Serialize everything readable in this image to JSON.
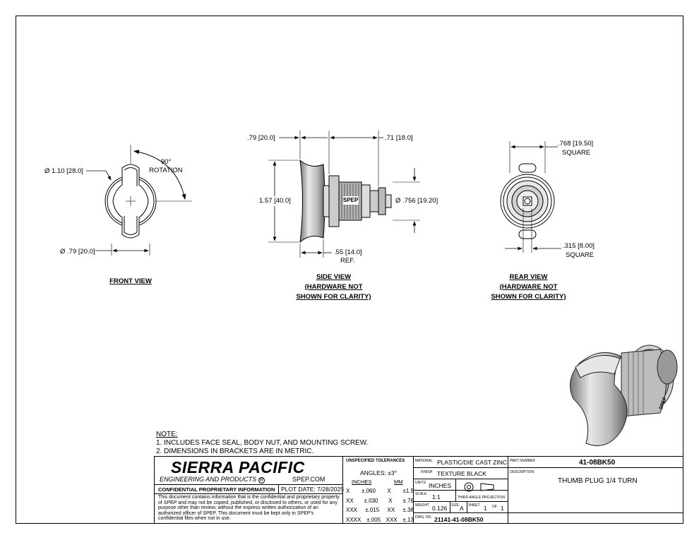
{
  "views": {
    "front": {
      "title": "FRONT VIEW",
      "dim_diameter_top": "Ø 1.10 [28.0]",
      "dim_diameter_bottom": "Ø .79 [20.0]",
      "rotation_angle": "90°",
      "rotation_label": "ROTATION"
    },
    "side": {
      "title_line1": "SIDE VIEW",
      "title_line2": "(HARDWARE NOT",
      "title_line3": "SHOWN FOR CLARITY)",
      "dim_left": ".79 [20.0]",
      "dim_right": ".71 [18.0]",
      "dim_height": "1.57 [40.0]",
      "dim_diameter": "Ø .756 [19.20]",
      "dim_bottom": ".55 [14.0]",
      "dim_bottom_note": "REF.",
      "body_text": "SPEP"
    },
    "rear": {
      "title_line1": "REAR VIEW",
      "title_line2": "(HARDWARE NOT",
      "title_line3": "SHOWN FOR CLARITY)",
      "dim_top": ".768 [19.50]",
      "dim_top_note": "SQUARE",
      "dim_bottom": ".315 [8.00]",
      "dim_bottom_note": "SQUARE"
    },
    "iso": {
      "body_text": "SPEP"
    }
  },
  "notes": {
    "heading": "NOTE:",
    "items": [
      "1.   INCLUDES FACE SEAL, BODY NUT, AND MOUNTING SCREW.",
      "2.   DIMENSIONS IN BRACKETS ARE IN METRIC."
    ]
  },
  "title_block": {
    "company": "SIERRA PACIFIC",
    "company_sub": "ENGINEERING AND PRODUCTS",
    "website": "SPEP.COM",
    "confidential_label": "CONFIDENTIAL PROPRIETARY INFORMATION",
    "plot_date": "PLOT DATE:  7/28/2025",
    "confidential_text": "This document contains information that is the confidential and proprietary property of SPEP and may not be copied, published, or disclosed to others, or used for any purpose  other than review, without the express written authorization of an authorized officer of SPEP. This document must be kept only in SPEP's confidential files when not in use.",
    "tolerances": {
      "heading": "UNSPECIFIED TOLERANCES",
      "angles": "ANGLES: ±3°",
      "inches_label": "INCHES",
      "mm_label": "MM",
      "rows": [
        {
          "in_fmt": "X",
          "in_tol": "±.060",
          "mm_fmt": "X",
          "mm_tol": "±1.5"
        },
        {
          "in_fmt": "XX",
          "in_tol": "±.030",
          "mm_fmt": "X",
          "mm_tol": "±.76"
        },
        {
          "in_fmt": "XXX",
          "in_tol": "±.015",
          "mm_fmt": "XX",
          "mm_tol": "±.38"
        },
        {
          "in_fmt": "XXXX",
          "in_tol": "±.005",
          "mm_fmt": "XXX",
          "mm_tol": "±.13"
        }
      ]
    },
    "material_label": "MATERIAL",
    "material": "PLASTIC/DIE CAST ZINC",
    "finish_label": "FINISH",
    "finish": "TEXTURE BLACK",
    "units_label": "UNITS",
    "units": "INCHES",
    "scale_label": "SCALE",
    "scale": "1:1",
    "projection": "THIRD ANGLE PROJECTION",
    "weight_label": "WEIGHT",
    "weight": "0.126",
    "size_label": "SIZE",
    "size": "A",
    "sheet_label": "SHEET",
    "sheet": "1",
    "of_label": "OF",
    "sheet_total": "1",
    "dwg_label": "DWG. NO.",
    "dwg_no": "21141-41-08BK50",
    "part_number_label": "PART NUMBER",
    "part_number": "41-08BK50",
    "description_label": "DESCRIPTION",
    "description": "THUMB PLUG 1/4 TURN"
  }
}
